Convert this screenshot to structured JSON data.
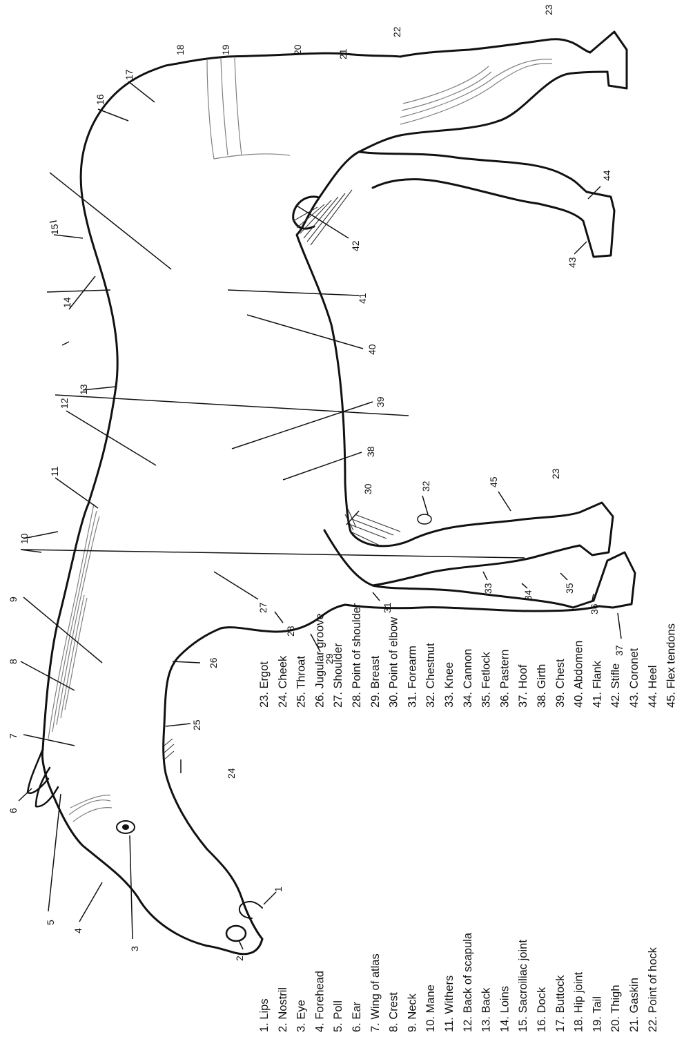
{
  "labels": [
    {
      "n": "1",
      "name": "Lips"
    },
    {
      "n": "2",
      "name": "Nostril"
    },
    {
      "n": "3",
      "name": "Eye"
    },
    {
      "n": "4",
      "name": "Forehead"
    },
    {
      "n": "5",
      "name": "Poll"
    },
    {
      "n": "6",
      "name": "Ear"
    },
    {
      "n": "7",
      "name": "Wing of atlas"
    },
    {
      "n": "8",
      "name": "Crest"
    },
    {
      "n": "9",
      "name": "Neck"
    },
    {
      "n": "10",
      "name": "Mane"
    },
    {
      "n": "11",
      "name": "Withers"
    },
    {
      "n": "12",
      "name": "Back of scapula"
    },
    {
      "n": "13",
      "name": "Back"
    },
    {
      "n": "14",
      "name": "Loins"
    },
    {
      "n": "15",
      "name": "Sacroiliac joint"
    },
    {
      "n": "16",
      "name": "Dock"
    },
    {
      "n": "17",
      "name": "Buttock"
    },
    {
      "n": "18",
      "name": "Hip joint"
    },
    {
      "n": "19",
      "name": "Tail"
    },
    {
      "n": "20",
      "name": "Thigh"
    },
    {
      "n": "21",
      "name": "Gaskin"
    },
    {
      "n": "22",
      "name": "Point of hock"
    },
    {
      "n": "23",
      "name": "Ergot"
    },
    {
      "n": "24",
      "name": "Cheek"
    },
    {
      "n": "25",
      "name": "Throat"
    },
    {
      "n": "26",
      "name": "Jugular groove"
    },
    {
      "n": "27",
      "name": "Shoulder"
    },
    {
      "n": "28",
      "name": "Point of shoulder"
    },
    {
      "n": "29",
      "name": "Breast"
    },
    {
      "n": "30",
      "name": "Point of elbow"
    },
    {
      "n": "31",
      "name": "Forearm"
    },
    {
      "n": "32",
      "name": "Chestnut"
    },
    {
      "n": "33",
      "name": "Knee"
    },
    {
      "n": "34",
      "name": "Cannon"
    },
    {
      "n": "35",
      "name": "Fetlock"
    },
    {
      "n": "36",
      "name": "Pastern"
    },
    {
      "n": "37",
      "name": "Hoof"
    },
    {
      "n": "38",
      "name": "Girth"
    },
    {
      "n": "39",
      "name": "Chest"
    },
    {
      "n": "40",
      "name": "Abdomen"
    },
    {
      "n": "41",
      "name": "Flank"
    },
    {
      "n": "42",
      "name": "Stifle"
    },
    {
      "n": "43",
      "name": "Coronet"
    },
    {
      "n": "44",
      "name": "Heel"
    },
    {
      "n": "45",
      "name": "Flex tendons"
    }
  ],
  "colors": {
    "ink": "#111111",
    "shade": "#9a9a9a",
    "paper": "#ffffff"
  }
}
